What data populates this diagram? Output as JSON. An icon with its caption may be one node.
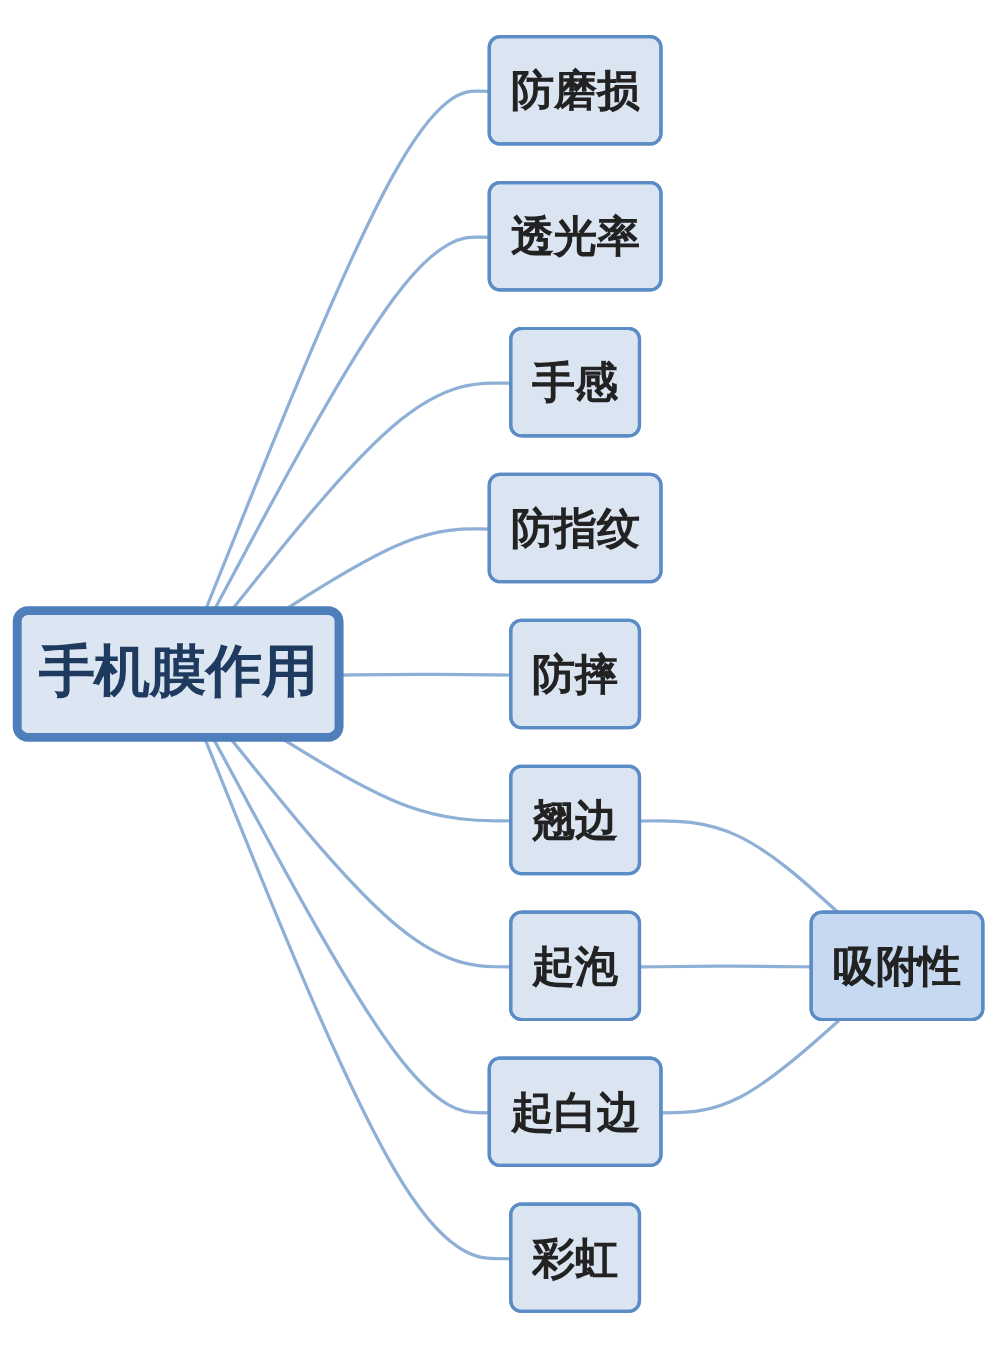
{
  "diagram": {
    "nodes": [
      {
        "text": [
          "手机膜作用"
        ]
      },
      {
        "text": [
          "防磨损"
        ]
      },
      {
        "text": [
          "透光率"
        ]
      },
      {
        "text": [
          "手感"
        ]
      },
      {
        "text": [
          "防指纹"
        ]
      },
      {
        "text": [
          "防摔"
        ]
      },
      {
        "text": [
          "翘边"
        ]
      },
      {
        "text": [
          "起泡"
        ]
      },
      {
        "text": [
          "起白边"
        ]
      },
      {
        "text": [
          "彩虹"
        ]
      },
      {
        "text": [
          "吸附性"
        ]
      }
    ],
    "edges": [
      {
        "from": 0,
        "to": 1,
        "arrow": "none"
      },
      {
        "from": 0,
        "to": 2,
        "arrow": "none"
      },
      {
        "from": 0,
        "to": 3,
        "arrow": "none"
      },
      {
        "from": 0,
        "to": 4,
        "arrow": "none"
      },
      {
        "from": 0,
        "to": 5,
        "arrow": "none"
      },
      {
        "from": 0,
        "to": 6,
        "arrow": "none"
      },
      {
        "from": 0,
        "to": 7,
        "arrow": "none"
      },
      {
        "from": 0,
        "to": 8,
        "arrow": "none"
      },
      {
        "from": 0,
        "to": 9,
        "arrow": "none"
      },
      {
        "from": 6,
        "to": 10,
        "arrow": "none"
      },
      {
        "from": 7,
        "to": 10,
        "arrow": "none"
      },
      {
        "from": 8,
        "to": 10,
        "arrow": "none"
      }
    ]
  }
}
